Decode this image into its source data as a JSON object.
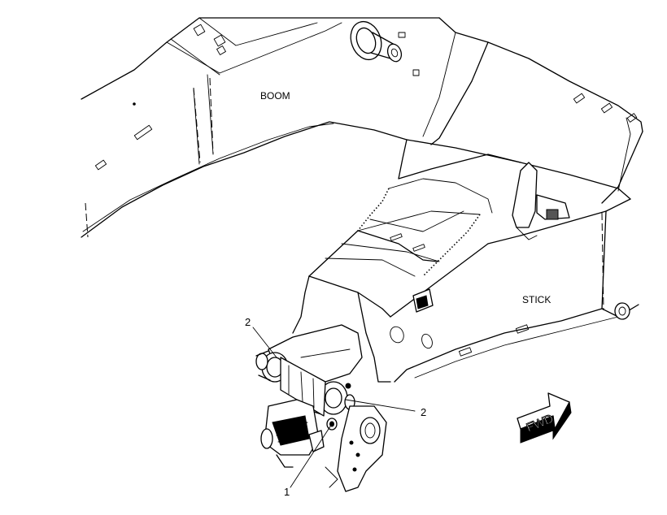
{
  "labels": {
    "boom": "BOOM",
    "stick": "STICK"
  },
  "callouts": {
    "pin_upper": "2",
    "pin_right": "2",
    "pin_lower": "1"
  },
  "fwd_arrow": {
    "text": "FWD"
  }
}
